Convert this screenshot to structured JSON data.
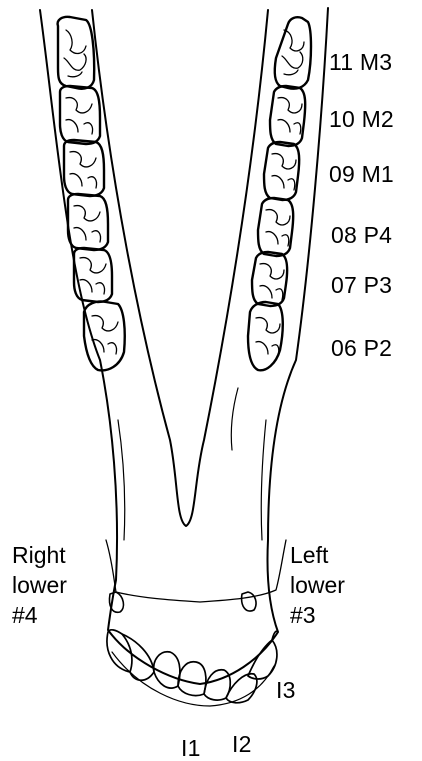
{
  "teeth_labels": [
    {
      "code": "11 M3"
    },
    {
      "code": "10 M2"
    },
    {
      "code": "09 M1"
    },
    {
      "code": "08 P4"
    },
    {
      "code": "07 P3"
    },
    {
      "code": "06 P2"
    }
  ],
  "quadrants": {
    "right": [
      "Right",
      "lower",
      "#4"
    ],
    "left": [
      "Left",
      "lower",
      "#3"
    ]
  },
  "incisor_labels": {
    "i1": "I1",
    "i2": "I2",
    "i3": "I3"
  }
}
